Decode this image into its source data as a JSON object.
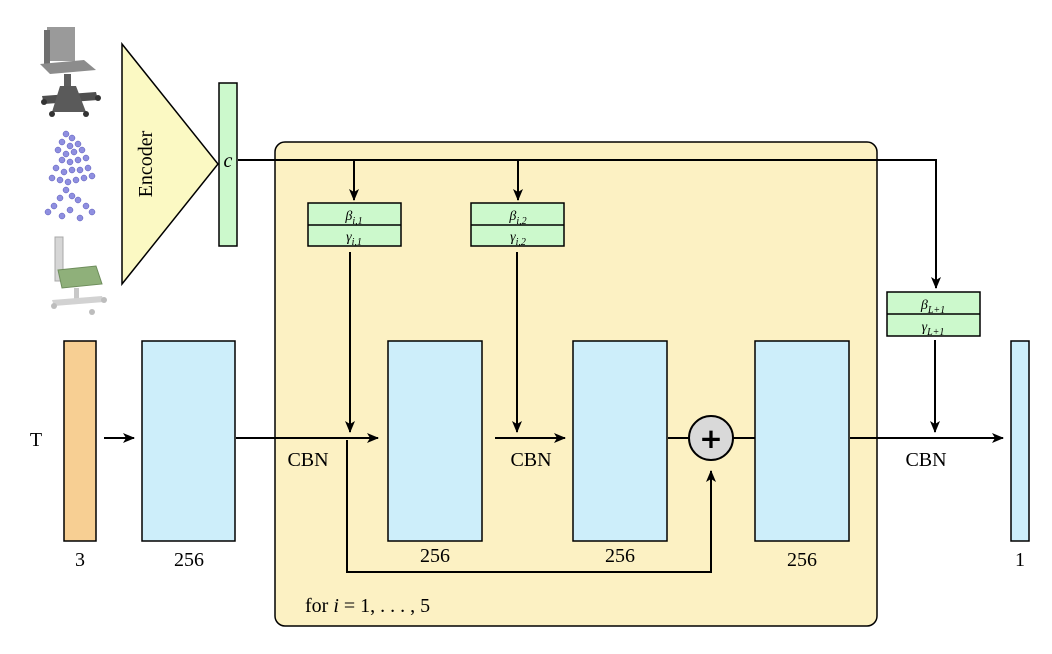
{
  "colors": {
    "loop_block_fill": "#fcf1c3",
    "encoder_fill": "#fbf9c3",
    "code_fill": "#ccf9cc",
    "layer_fill": "#cdeefa",
    "input_fill": "#f7cf93",
    "sum_fill": "#d9d9d9"
  },
  "encoder": {
    "label": "Encoder"
  },
  "code": {
    "label": "c"
  },
  "inputs": [
    {
      "name": "chair-mesh",
      "icon": "chair-mesh-icon"
    },
    {
      "name": "point-cloud",
      "icon": "point-cloud-icon"
    },
    {
      "name": "chair-image",
      "icon": "chair-image-icon"
    }
  ],
  "input_layer": {
    "label": "T",
    "dim": "3"
  },
  "first_layer": {
    "dim": "256"
  },
  "loop": {
    "label_prefix": "for ",
    "label_var": "i",
    "label_range": " = 1, . . . , 5",
    "layers": [
      {
        "dim": "256"
      },
      {
        "dim": "256"
      },
      {
        "dim": "256"
      }
    ],
    "cbn_labels": [
      "CBN",
      "CBN"
    ],
    "params": [
      {
        "beta": "β",
        "beta_sub": "i,1",
        "gamma": "γ",
        "gamma_sub": "i,1"
      },
      {
        "beta": "β",
        "beta_sub": "i,2",
        "gamma": "γ",
        "gamma_sub": "i,2"
      }
    ],
    "sum_symbol": "+"
  },
  "final_params": {
    "beta": "β",
    "beta_sub": "L+1",
    "gamma": "γ",
    "gamma_sub": "L+1"
  },
  "final_cbn": "CBN",
  "output_layer": {
    "dim": "1"
  }
}
